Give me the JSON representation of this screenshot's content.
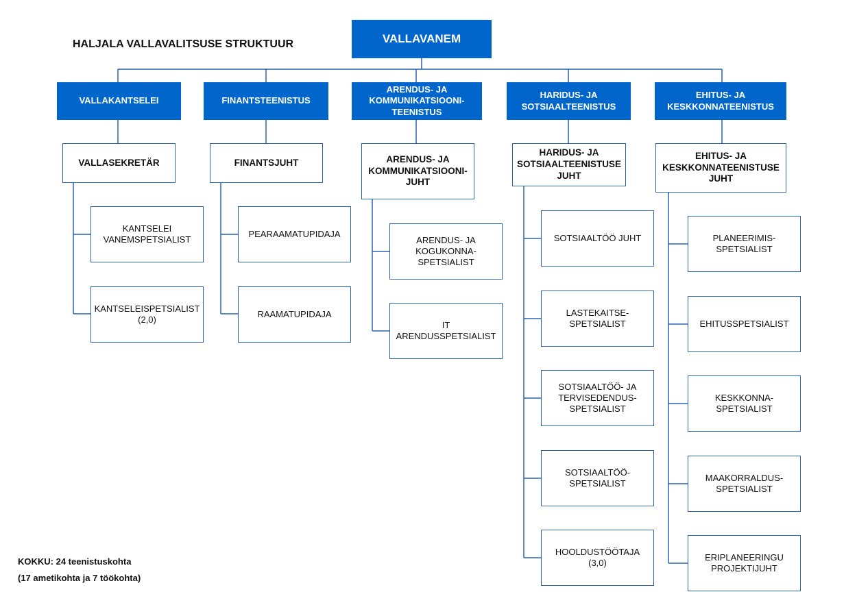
{
  "title": "HALJALA VALLAVALITSUSE STRUKTUUR",
  "top": "VALLAVANEM",
  "departments": [
    {
      "name": "VALLAKANTSELEI",
      "head": "VALLASEKRETÄR",
      "staff": [
        "KANTSELEI\nVANEMSPETSIALIST",
        "KANTSELEISPETSIALIST\n(2,0)"
      ]
    },
    {
      "name": "FINANTSTEENISTUS",
      "head": "FINANTSJUHT",
      "staff": [
        "PEARAAMATUPIDAJA",
        "RAAMATUPIDAJA"
      ]
    },
    {
      "name": "ARENDUS- JA\nKOMMUNIKATSIOONI-\nTEENISTUS",
      "head": "ARENDUS- JA\nKOMMUNIKATSIOONI-\nJUHT",
      "staff": [
        "ARENDUS- JA\nKOGUKONNA-\nSPETSIALIST",
        "IT ARENDUSSPETSIALIST"
      ]
    },
    {
      "name": "HARIDUS- JA\nSOTSIAALTEENISTUS",
      "head": "HARIDUS- JA\nSOTSIAALTEENISTUSE\nJUHT",
      "staff": [
        "SOTSIAALTÖÖ JUHT",
        "LASTEKAITSE-\nSPETSIALIST",
        "SOTSIAALTÖÖ- JA\nTERVISEDENDUS-\nSPETSIALIST",
        "SOTSIAALTÖÖ-\nSPETSIALIST",
        "HOOLDUSTÖÖTAJA (3,0)"
      ]
    },
    {
      "name": "EHITUS- JA\nKESKKONNATEENISTUS",
      "head": "EHITUS- JA\nKESKKONNATEENISTUSE\nJUHT",
      "staff": [
        "PLANEERIMIS-\nSPETSIALIST",
        "EHITUSSPETSIALIST",
        "KESKKONNA-\nSPETSIALIST",
        "MAAKORRALDUS-\nSPETSIALIST",
        "ERIPLANEERINGU\nPROJEKTIJUHT"
      ]
    }
  ],
  "footer": {
    "line1": "KOKKU: 24 teenistuskohta",
    "line2": "(17 ametikohta ja 7 töökohta)"
  },
  "colors": {
    "accent": "#0066cc",
    "border": "#2a61b5"
  }
}
